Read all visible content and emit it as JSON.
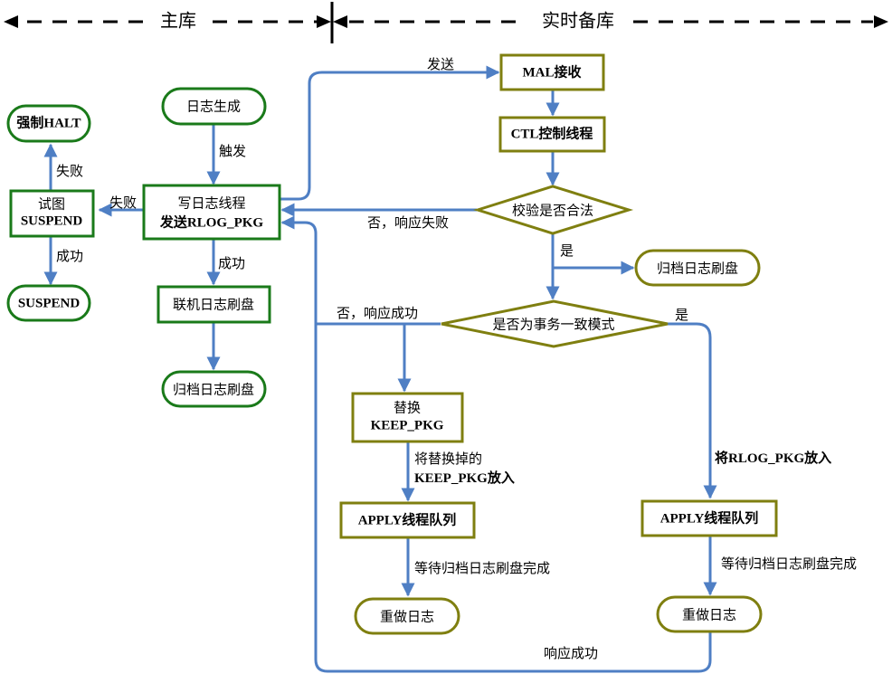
{
  "header": {
    "primary_label": "主库",
    "standby_label": "实时备库"
  },
  "colors": {
    "primary_node_border": "#1a7a1a",
    "standby_node_border": "#7f7f10",
    "flow_arrow": "#4f7fc4",
    "header_line": "#000000"
  },
  "primary": {
    "log_generate": "日志生成",
    "trigger_label": "触发",
    "write_thread_line1": "写日志线程",
    "write_thread_line2": "发送RLOG_PKG",
    "fail_label_1": "失败",
    "try_suspend_line1": "试图",
    "try_suspend_line2": "SUSPEND",
    "fail_label_2": "失败",
    "force_halt": "强制HALT",
    "success_label_1": "成功",
    "suspend": "SUSPEND",
    "success_label_2": "成功",
    "online_flush": "联机日志刷盘",
    "archive_flush": "归档日志刷盘"
  },
  "standby": {
    "send_label": "发送",
    "mal_receive": "MAL接收",
    "ctl_thread": "CTL控制线程",
    "check_valid": "校验是否合法",
    "no_fail_label": "否，响应失败",
    "yes_label_1": "是",
    "archive_flush": "归档日志刷盘",
    "tx_consistent": "是否为事务一致模式",
    "no_success_label": "否，响应成功",
    "yes_label_2": "是",
    "replace_line1": "替换",
    "replace_line2": "KEEP_PKG",
    "put_replaced_line1": "将替换掉的",
    "put_replaced_line2": "KEEP_PKG放入",
    "apply_queue_left": "APPLY线程队列",
    "wait_left": "等待归档日志刷盘完成",
    "redo_left": "重做日志",
    "put_rlog": "将RLOG_PKG放入",
    "apply_queue_right": "APPLY线程队列",
    "wait_right": "等待归档日志刷盘完成",
    "redo_right": "重做日志",
    "respond_success": "响应成功"
  }
}
